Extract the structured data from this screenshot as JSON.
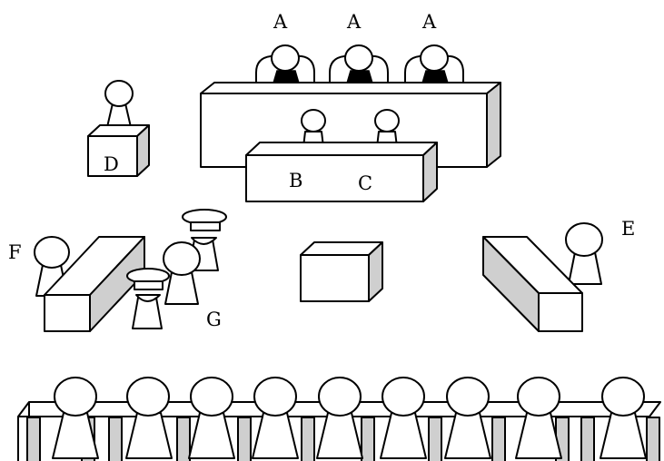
{
  "labels": {
    "judge_a1": "A",
    "judge_a2": "A",
    "judge_a3": "A",
    "clerk_b": "B",
    "clerk_c": "C",
    "witness_d": "D",
    "defense_e": "E",
    "prosecutor_f": "F",
    "bailiffs_g": "G"
  },
  "colors": {
    "stroke": "#000000",
    "side_shade": "#cfcfcf",
    "robe": "#000000",
    "background": "#ffffff"
  }
}
